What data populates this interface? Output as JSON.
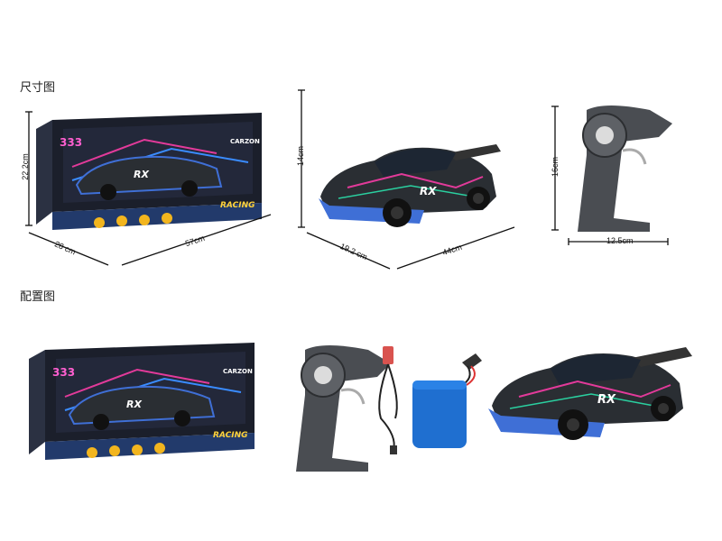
{
  "sections": {
    "dimensions_title": "尺寸图",
    "config_title": "配置图"
  },
  "dimensions": {
    "box_height": "22.2cm",
    "box_depth": "28 cm",
    "box_length": "57cm",
    "car_height": "14cm",
    "car_width": "19.2 cm",
    "car_length": "44cm",
    "remote_height": "16cm",
    "remote_width": "12.5cm"
  },
  "packaging": {
    "brand": "CARZON",
    "model_number": "333",
    "headline": "RACING",
    "car_badge": "RX"
  },
  "colors": {
    "box_dark": "#1b1f2b",
    "neon_pink": "#e23a9a",
    "neon_blue": "#3a8cff",
    "car_body": "#2a2e33",
    "bumper_blue": "#3f6fd6",
    "remote_gray": "#4a4d52",
    "battery_blue": "#1f6fd0"
  }
}
